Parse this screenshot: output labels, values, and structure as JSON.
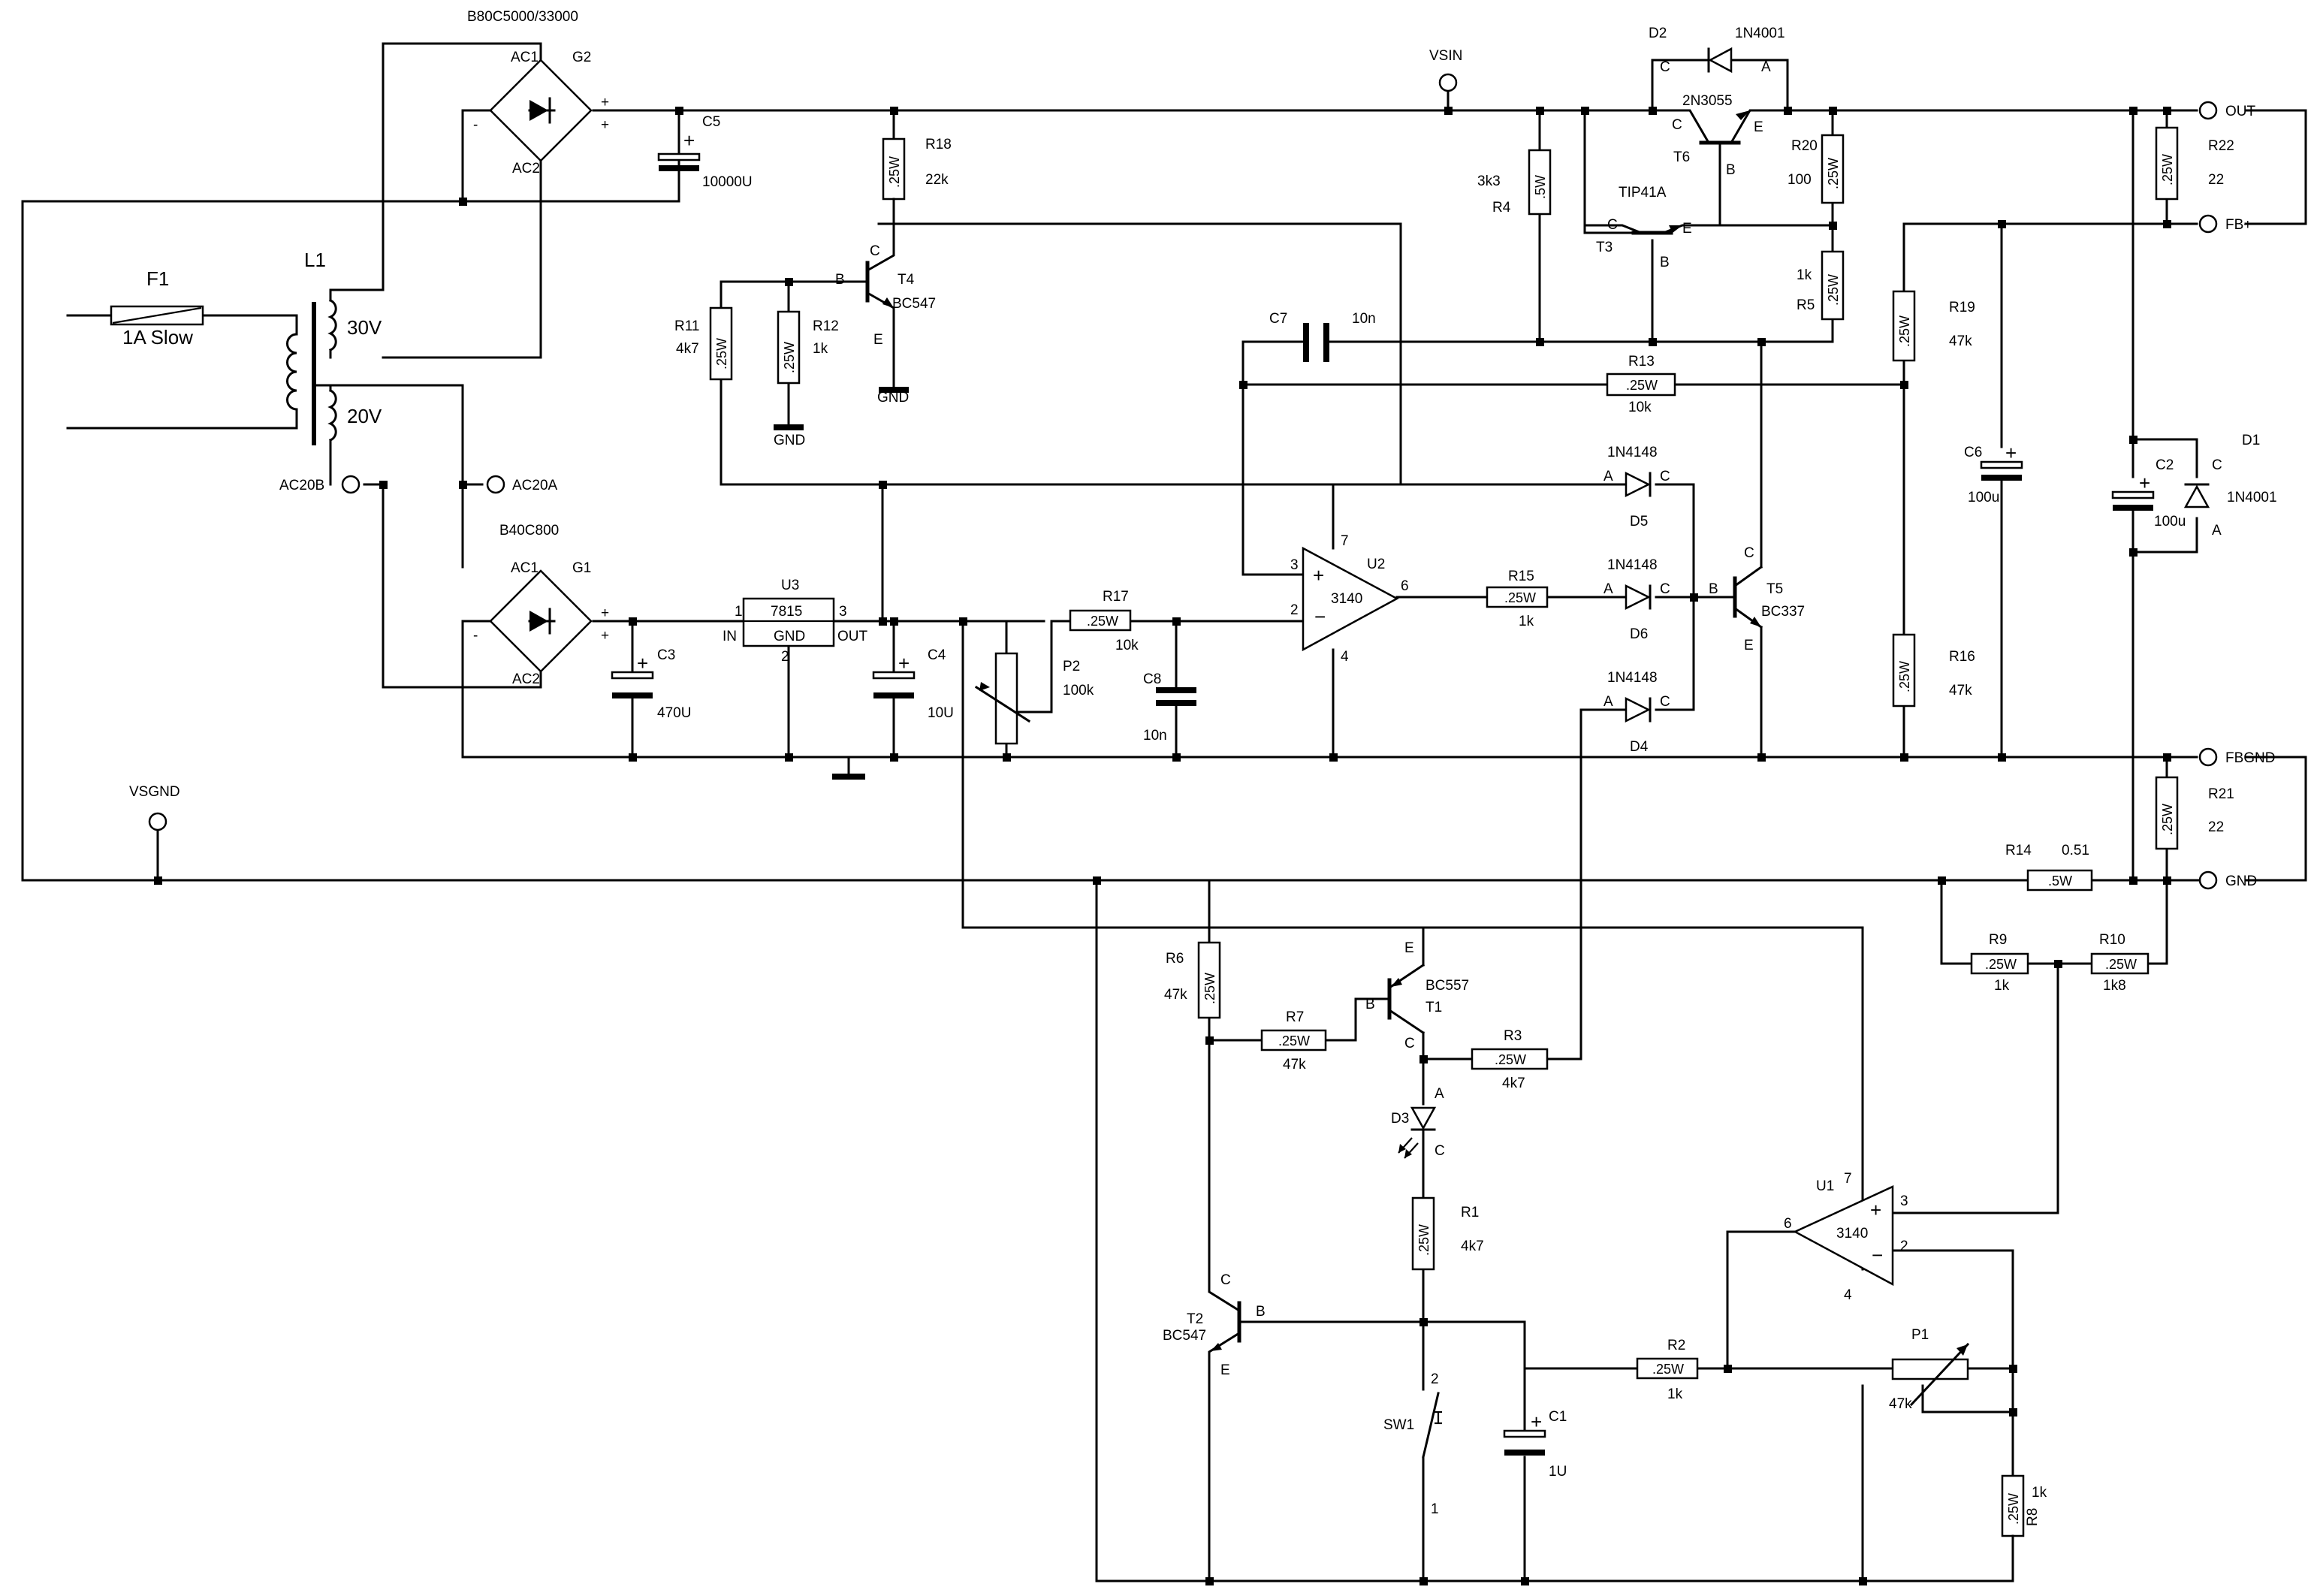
{
  "fuse": {
    "ref": "F1",
    "rating": "1A Slow"
  },
  "transformer": {
    "ref": "L1",
    "sec1": "30V",
    "sec2": "20V"
  },
  "bridges": [
    {
      "ref": "G2",
      "part": "B80C5000/33000",
      "ac1": "AC1",
      "ac2": "AC2",
      "minus": "-",
      "plus1": "+",
      "plus2": "+"
    },
    {
      "ref": "G1",
      "part": "B40C800",
      "ac1": "AC1",
      "ac2": "AC2",
      "minus": "-",
      "plus1": "+",
      "plus2": "+"
    }
  ],
  "terminals": {
    "ac20a": "AC20A",
    "ac20b": "AC20B",
    "vsin": "VSIN",
    "vsgnd": "VSGND",
    "out": "OUT",
    "fbplus": "FB+",
    "fbgnd": "FBGND",
    "gnd": "GND"
  },
  "regulator": {
    "ref": "U3",
    "part": "7815",
    "in": "IN",
    "out": "OUT",
    "gnd": "GND",
    "pin1": "1",
    "pin2": "2",
    "pin3": "3"
  },
  "opamps": [
    {
      "ref": "U2",
      "part": "3140",
      "p3": "3",
      "p2": "2",
      "p6": "6",
      "p7": "7",
      "p4": "4",
      "plus": "+",
      "minus": "−"
    },
    {
      "ref": "U1",
      "part": "3140",
      "p3": "3",
      "p2": "2",
      "p6": "6",
      "p7": "7",
      "p4": "4",
      "plus": "+",
      "minus": "−"
    }
  ],
  "capacitors": [
    {
      "ref": "C5",
      "value": "10000U"
    },
    {
      "ref": "C3",
      "value": "470U"
    },
    {
      "ref": "C4",
      "value": "10U"
    },
    {
      "ref": "C8",
      "value": "10n"
    },
    {
      "ref": "C7",
      "value": "10n"
    },
    {
      "ref": "C6",
      "value": "100u"
    },
    {
      "ref": "C2",
      "value": "100u"
    },
    {
      "ref": "C1",
      "value": "1U"
    }
  ],
  "resistors": [
    {
      "ref": "R18",
      "rating": ".25W",
      "value": "22k"
    },
    {
      "ref": "R11",
      "rating": ".25W",
      "value": "4k7"
    },
    {
      "ref": "R12",
      "rating": ".25W",
      "value": "1k"
    },
    {
      "ref": "R17",
      "rating": ".25W",
      "value": "10k"
    },
    {
      "ref": "R4",
      "rating": ".5W",
      "value": "3k3"
    },
    {
      "ref": "R13",
      "rating": ".25W",
      "value": "10k"
    },
    {
      "ref": "R15",
      "rating": ".25W",
      "value": "1k"
    },
    {
      "ref": "R20",
      "rating": ".25W",
      "value": "100"
    },
    {
      "ref": "R5",
      "rating": ".25W",
      "value": "1k"
    },
    {
      "ref": "R19",
      "rating": ".25W",
      "value": "47k"
    },
    {
      "ref": "R16",
      "rating": ".25W",
      "value": "47k"
    },
    {
      "ref": "R22",
      "rating": ".25W",
      "value": "22"
    },
    {
      "ref": "R21",
      "rating": ".25W",
      "value": "22"
    },
    {
      "ref": "R14",
      "rating": ".5W",
      "value": "0.51"
    },
    {
      "ref": "R9",
      "rating": ".25W",
      "value": "1k"
    },
    {
      "ref": "R10",
      "rating": ".25W",
      "value": "1k8"
    },
    {
      "ref": "R6",
      "rating": ".25W",
      "value": "47k"
    },
    {
      "ref": "R7",
      "rating": ".25W",
      "value": "47k"
    },
    {
      "ref": "R3",
      "rating": ".25W",
      "value": "4k7"
    },
    {
      "ref": "R1",
      "rating": ".25W",
      "value": "4k7"
    },
    {
      "ref": "R2",
      "rating": ".25W",
      "value": "1k"
    },
    {
      "ref": "R8",
      "rating": ".25W",
      "value": "1k"
    }
  ],
  "pots": [
    {
      "ref": "P2",
      "value": "100k"
    },
    {
      "ref": "P1",
      "value": "47k"
    }
  ],
  "transistors": [
    {
      "ref": "T4",
      "part": "BC547",
      "b": "B",
      "c": "C",
      "e": "E"
    },
    {
      "ref": "T6",
      "part": "2N3055",
      "b": "B",
      "c": "C",
      "e": "E"
    },
    {
      "ref": "T3",
      "part": "TIP41A",
      "b": "B",
      "c": "C",
      "e": "E"
    },
    {
      "ref": "T5",
      "part": "BC337",
      "b": "B",
      "c": "C",
      "e": "E"
    },
    {
      "ref": "T1",
      "part": "BC557",
      "b": "B",
      "c": "C",
      "e": "E"
    },
    {
      "ref": "T2",
      "part": "BC547",
      "b": "B",
      "c": "C",
      "e": "E"
    }
  ],
  "diodes": [
    {
      "ref": "D2",
      "part": "1N4001",
      "a": "A",
      "c": "C"
    },
    {
      "ref": "D5",
      "part": "1N4148",
      "a": "A",
      "c": "C"
    },
    {
      "ref": "D6",
      "part": "1N4148",
      "a": "A",
      "c": "C"
    },
    {
      "ref": "D4",
      "part": "1N4148",
      "a": "A",
      "c": "C"
    },
    {
      "ref": "D1",
      "part": "1N4001",
      "a": "A",
      "c": "C"
    },
    {
      "ref": "D3",
      "a": "A",
      "c": "C"
    }
  ],
  "switch": {
    "ref": "SW1",
    "p1": "1",
    "p2": "2"
  },
  "grounds": {
    "label": "GND"
  }
}
